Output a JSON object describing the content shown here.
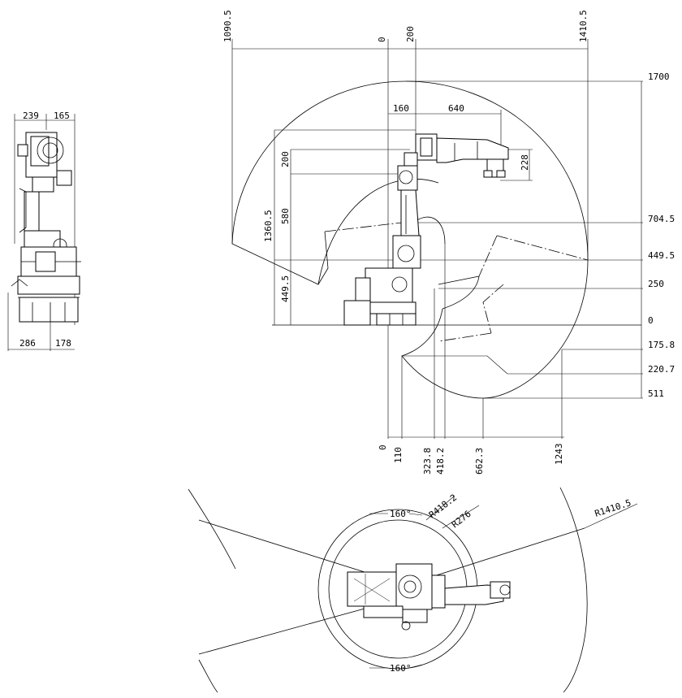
{
  "side_view": {
    "top_dims": [
      "239",
      "165"
    ],
    "bottom_dims": [
      "286",
      "178"
    ]
  },
  "front_view": {
    "top_x_dims": [
      "1090.5",
      "0",
      "200",
      "1410.5"
    ],
    "arm_dims": [
      "160",
      "640",
      "228"
    ],
    "left_dims": [
      "200",
      "580",
      "1360.5",
      "449.5"
    ],
    "right_dims": [
      "1700",
      "704.5",
      "449.5",
      "250",
      "0",
      "175.8",
      "220.7",
      "511"
    ],
    "bottom_x_dims": [
      "0",
      "110",
      "323.8",
      "418.2",
      "662.3",
      "1243"
    ]
  },
  "top_view": {
    "angle_top": "160°",
    "angle_bottom": "160°",
    "radius_labels": [
      "R418.2",
      "R276",
      "R1410.5"
    ]
  }
}
